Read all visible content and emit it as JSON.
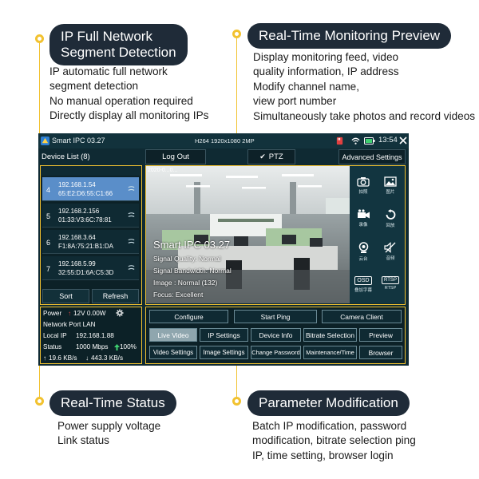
{
  "callouts": {
    "network": {
      "title_line1": "IP Full Network",
      "title_line2": "Segment Detection",
      "desc": [
        "IP automatic full network",
        "segment detection",
        "No manual operation required",
        "Directly display all monitoring IPs"
      ]
    },
    "preview": {
      "title": "Real-Time Monitoring Preview",
      "desc": [
        "Display monitoring feed, video",
        "quality information, IP address",
        "Modify channel name,",
        "view port number",
        "Simultaneously take photos and record videos"
      ]
    },
    "status": {
      "title": "Real-Time Status",
      "desc": [
        "Power supply voltage",
        "Link status"
      ]
    },
    "param": {
      "title": "Parameter Modification",
      "desc": [
        "Batch IP modification, password",
        "modification, bitrate selection ping",
        "IP, time setting, browser login"
      ]
    }
  },
  "device": {
    "title": "Smart IPC 03.27",
    "stream_info": "H264 1920x1080 2MP",
    "time": "13:54",
    "device_list_label": "Device List (8)",
    "tabs": {
      "logout": "Log Out",
      "ptz": "PTZ",
      "advanced": "Advanced Settings"
    },
    "devices": [
      {
        "num": "4",
        "ip": "192.168.1.54",
        "mac": "65:E2:D6:55:C1:66",
        "selected": true
      },
      {
        "num": "5",
        "ip": "192.168.2.156",
        "mac": "01:33:V3:6C:78:81",
        "selected": false
      },
      {
        "num": "6",
        "ip": "192.168.3.64",
        "mac": "F1:8A:75:21:B1:DA",
        "selected": false
      },
      {
        "num": "7",
        "ip": "192.168.5.99",
        "mac": "32:55:D1:6A:C5:3D",
        "selected": false
      }
    ],
    "list_buttons": {
      "sort": "Sort",
      "refresh": "Refresh"
    },
    "preview": {
      "timestamp": "2020-0...0...",
      "camera_title": "Smart IPC 03.27",
      "signal_quality": "Signal Quality: Normal",
      "signal_bandwidth": "Signal Bandwidth: Normal",
      "image": "Image : Normal (132)",
      "focus": "Focus: Excellent"
    },
    "controls": [
      {
        "icon": "camera-icon",
        "caption": "拍照"
      },
      {
        "icon": "photos-icon",
        "caption": "图片"
      },
      {
        "icon": "video-record-icon",
        "caption": "录像"
      },
      {
        "icon": "playback-icon",
        "caption": "回放"
      },
      {
        "icon": "ptz-icon",
        "caption": "云台"
      },
      {
        "icon": "audio-icon",
        "caption": "音频"
      },
      {
        "icon": "osd-icon",
        "label": "OSD",
        "caption": "叠加字幕"
      },
      {
        "icon": "rtsp-icon",
        "label": "RTSP",
        "caption": "RTSP"
      }
    ],
    "status": {
      "power_label": "Power",
      "power_value": "12V 0.00W",
      "network_port": "Network Port LAN",
      "local_ip_label": "Local IP",
      "local_ip_value": "192.168.1.88",
      "status_label": "Status",
      "status_value": "1000 Mbps",
      "status_percent": "100%",
      "upload": "19.6 KB/s",
      "download": "443.3 KB/s"
    },
    "params": {
      "row1": [
        "Configure",
        "Start Ping",
        "Camera Client"
      ],
      "row2": [
        "Live Video",
        "IP Settings",
        "Device Info",
        "Bitrate Selection",
        "Preview"
      ],
      "row3": [
        "Video Settings",
        "Image Settings",
        "Change Password",
        "Maintenance/Time",
        "Browser"
      ]
    }
  }
}
